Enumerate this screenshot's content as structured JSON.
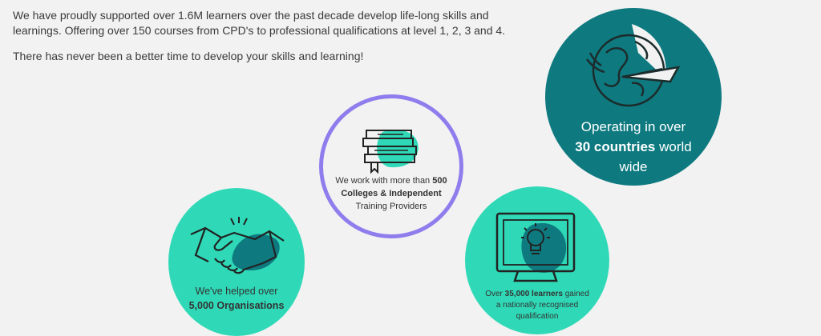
{
  "intro": {
    "paragraph1": "We have proudly supported over 1.6M learners over the past decade develop life-long skills and learnings. Offering over 150 courses from CPD's to professional qualifications at level 1, 2, 3 and 4.",
    "paragraph2": "There has never been a better time to develop your skills and learning!"
  },
  "countries": {
    "line1": "Operating in over",
    "bold": "30 countries",
    "line2_rest": " world",
    "line3": "wide"
  },
  "colleges": {
    "prefix": "We work with more than ",
    "bold_number": "500",
    "bold_line": "Colleges & Independent",
    "line3": "Training Providers"
  },
  "organisations": {
    "line1": "We've helped over",
    "bold": "5,000 Organisations"
  },
  "learners": {
    "prefix": "Over ",
    "bold": "35,000 learners",
    "suffix": " gained",
    "line2": "a nationally recognised",
    "line3": "qualification"
  },
  "colors": {
    "teal_dark": "#0e7a80",
    "mint": "#2fd9b7",
    "purple_ring": "#8f7ded",
    "background": "#f2f2f2"
  },
  "icons": [
    "globe-plane-icon",
    "books-icon",
    "handshake-icon",
    "monitor-lightbulb-icon"
  ]
}
